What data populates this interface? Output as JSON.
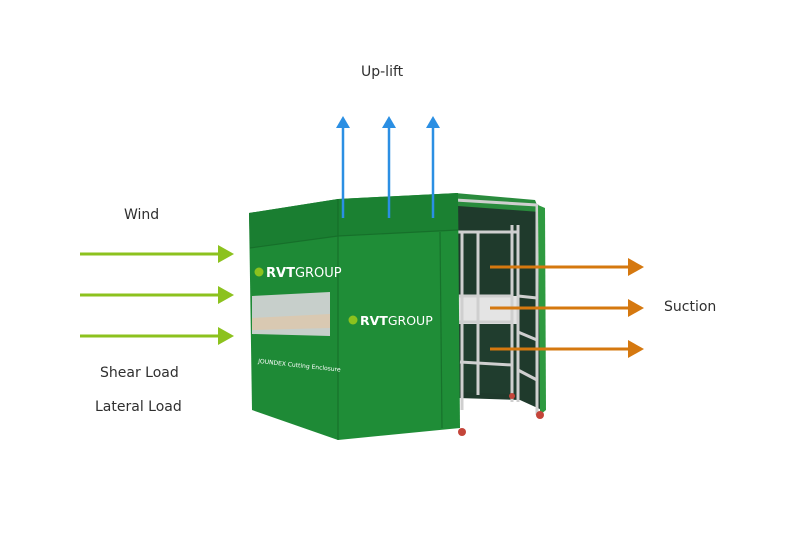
{
  "labels": {
    "uplift": "Up-lift",
    "wind": "Wind",
    "suction": "Suction",
    "shear_load": "Shear Load",
    "lateral_load": "Lateral Load"
  },
  "enclosure": {
    "brand_bold": "RVT",
    "brand_light": "GROUP",
    "product_caption": "JOUNDEX Cutting Enclosure"
  },
  "arrows": {
    "wind_count": 3,
    "uplift_count": 3,
    "suction_count": 3
  },
  "colors": {
    "wind_arrow": "#8cc21e",
    "uplift_arrow": "#2b8fe3",
    "suction_arrow": "#d5780f",
    "tarp_green": "#1e8a36",
    "tarp_dark": "#156b28",
    "interior_dark": "#1f3a2c",
    "frame_metal": "#c9c9c9"
  }
}
